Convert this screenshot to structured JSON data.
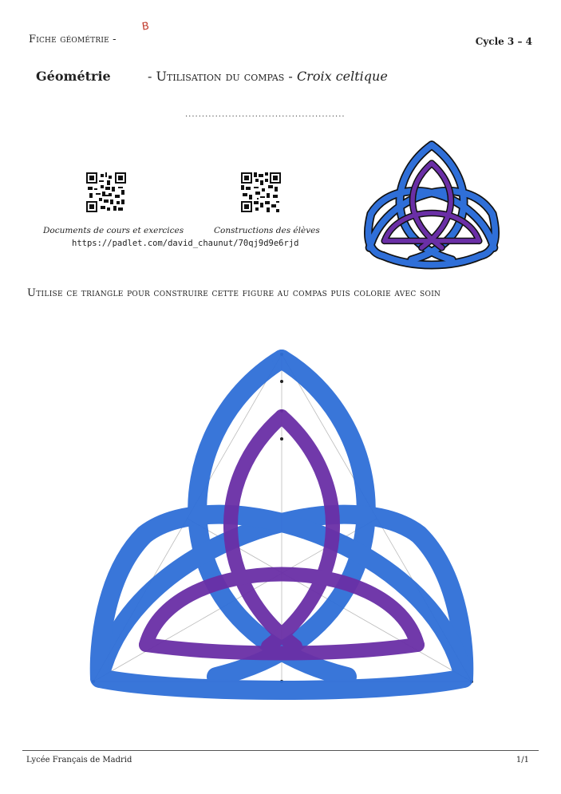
{
  "header": {
    "fiche": "Fiche géométrie -",
    "initials": "B",
    "cycle": "Cycle 3 – 4"
  },
  "title": {
    "subject": "Géométrie",
    "lesson_prefix": "- Utilisation du compas -",
    "lesson_name": "Croix celtique",
    "name_line": "................................................"
  },
  "resources": {
    "docs_label": "Documents de cours et exercices",
    "constructions_label": "Constructions des élèves",
    "url": "https://padlet.com/david_chaunut/70qj9d9e6rjd"
  },
  "instruction": "Utilise ce triangle pour construire cette figure au compas puis colorie avec soin",
  "footer": {
    "school": "Lycée Français de Madrid",
    "page": "1/1"
  },
  "colors": {
    "outer_knot": "#2f6fd8",
    "inner_knot": "#6a2fa6",
    "outline": "#1a1a3a",
    "initials": "#c0392b"
  },
  "icons": {
    "qr_docs": "qr-code-icon",
    "qr_constructions": "qr-code-icon"
  }
}
